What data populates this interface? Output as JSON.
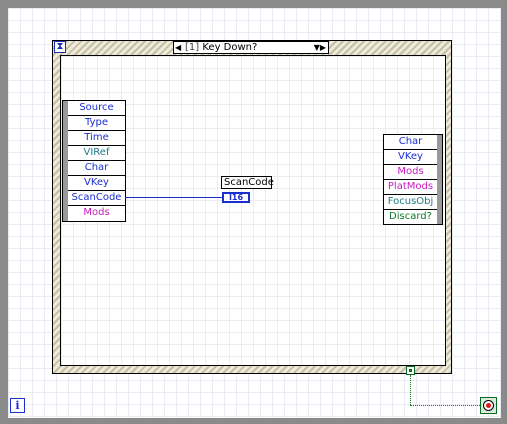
{
  "event_structure": {
    "icon": "hourglass-icon",
    "selector": {
      "index": "[1]",
      "event": "Key Down?",
      "left_arrow": "◀",
      "right_arrow": "▼▶"
    }
  },
  "left_node": {
    "items": [
      {
        "label": "Source",
        "color": "#1b2fd1"
      },
      {
        "label": "Type",
        "color": "#1b2fd1"
      },
      {
        "label": "Time",
        "color": "#1b2fd1"
      },
      {
        "label": "VIRef",
        "color": "#1f7a86"
      },
      {
        "label": "Char",
        "color": "#1b2fd1"
      },
      {
        "label": "VKey",
        "color": "#1b2fd1"
      },
      {
        "label": "ScanCode",
        "color": "#1b2fd1"
      },
      {
        "label": "Mods",
        "color": "#c81bc0"
      }
    ]
  },
  "indicator": {
    "label": "ScanCode",
    "type": "I16"
  },
  "right_node": {
    "items": [
      {
        "label": "Char",
        "color": "#1b2fd1"
      },
      {
        "label": "VKey",
        "color": "#1b2fd1"
      },
      {
        "label": "Mods",
        "color": "#c81bc0"
      },
      {
        "label": "PlatMods",
        "color": "#c81bc0"
      },
      {
        "label": "FocusObj",
        "color": "#1f7a86"
      },
      {
        "label": "Discard?",
        "color": "#0a7a2a"
      }
    ]
  },
  "loop": {
    "iteration_label": "i",
    "stop_icon": "stop-sign-icon"
  }
}
